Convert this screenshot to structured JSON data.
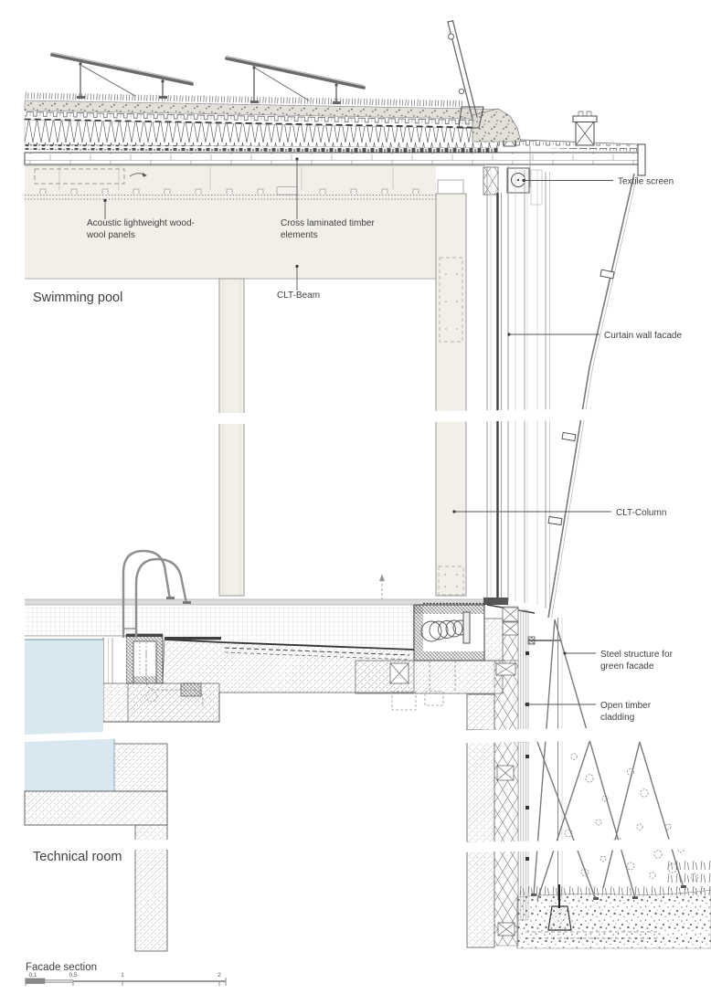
{
  "document": {
    "title": "Facade section"
  },
  "drawing": {
    "rooms": {
      "swimming_pool": "Swimming pool",
      "technical_room": "Technical room"
    },
    "annotations": [
      {
        "id": "acoustic-panels",
        "lines": [
          "Acoustic lightweight wood-",
          "wool panels"
        ]
      },
      {
        "id": "clt-elements",
        "lines": [
          "Cross laminated timber",
          "elements"
        ]
      },
      {
        "id": "clt-beam",
        "lines": [
          "CLT-Beam"
        ]
      },
      {
        "id": "textile-screen",
        "lines": [
          "Textile screen"
        ]
      },
      {
        "id": "curtain-wall",
        "lines": [
          "Curtain wall facade"
        ]
      },
      {
        "id": "clt-column",
        "lines": [
          "CLT-Column"
        ]
      },
      {
        "id": "steel-structure",
        "lines": [
          "Steel structure for",
          "green facade"
        ]
      },
      {
        "id": "open-timber",
        "lines": [
          "Open timber",
          "cladding"
        ]
      }
    ],
    "scale_bar": {
      "title": "Facade section",
      "ticks": [
        "0,1",
        "0,5",
        "1",
        "2"
      ]
    },
    "colors": {
      "interior_beige": "#f1efe7",
      "pool_water": "#d9e7f0",
      "line_dark": "#3f3f3f",
      "line_mid": "#8a8a8a"
    }
  }
}
